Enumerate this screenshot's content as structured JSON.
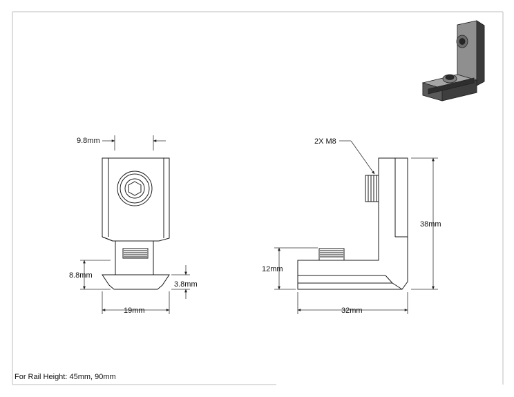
{
  "drawing": {
    "front_view": {
      "dims": {
        "screw_width": "9.8mm",
        "total_height": "8.8mm",
        "lip_height": "3.8mm",
        "base_width": "19mm"
      }
    },
    "side_view": {
      "callout": "2X M8",
      "dims": {
        "height": "38mm",
        "lower_height": "12mm",
        "length": "32mm"
      }
    },
    "footer_note": "For Rail Height: 45mm, 90mm"
  },
  "colors": {
    "line": "#1a1a1a",
    "dim_line": "#333333",
    "border": "#b8b8b8",
    "metal_dark": "#4a4a4a",
    "metal_light": "#a9a9a9"
  }
}
